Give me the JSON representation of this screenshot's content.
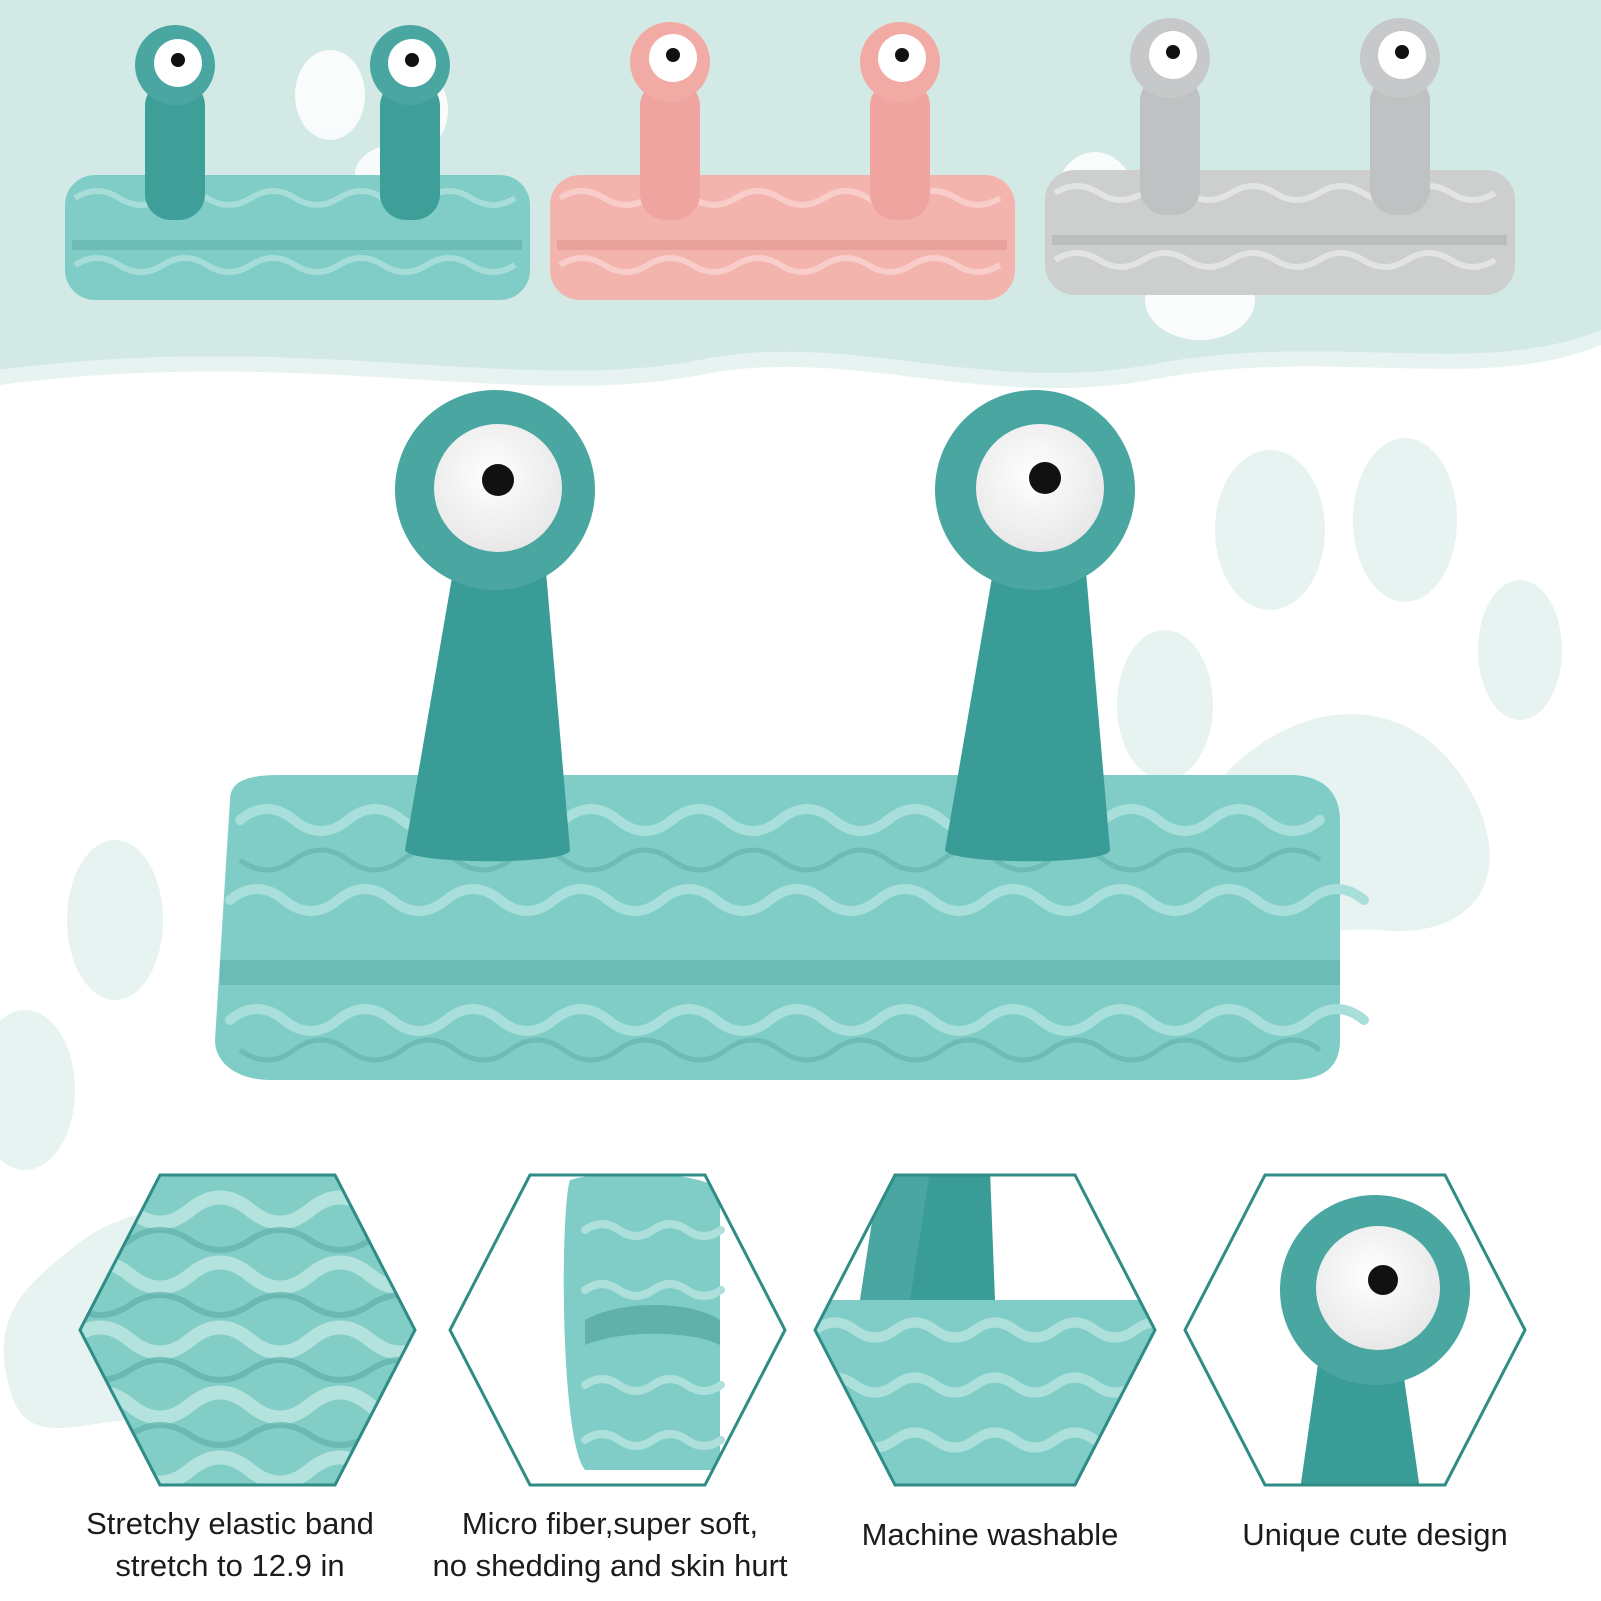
{
  "colors": {
    "teal": "#4aa6a0",
    "teal_dark": "#2f8c86",
    "pink": "#f2aaa5",
    "gray": "#c6c8c9",
    "fluffy_mint": "#7fcdc6",
    "background_wave": "#cfe6e2",
    "hex_outline": "#2f8c86",
    "eye_white": "#ffffff",
    "pupil": "#111111"
  },
  "color_variants": [
    {
      "name": "teal",
      "color": "#4aa6a0",
      "band": "#7fcdc6"
    },
    {
      "name": "pink",
      "color": "#f2aaa5",
      "band": "#f4b4ae"
    },
    {
      "name": "gray",
      "color": "#c6c8c9",
      "band": "#cdcfcf"
    }
  ],
  "features": [
    {
      "id": "elastic",
      "lines": [
        "Stretchy elastic band",
        "stretch to 12.9 in"
      ],
      "icon": "fluffy-texture-closeup"
    },
    {
      "id": "microfiber",
      "lines": [
        "Micro fiber,super soft,",
        "no shedding and skin hurt"
      ],
      "icon": "band-fold-closeup"
    },
    {
      "id": "washable",
      "lines": [
        "Machine washable"
      ],
      "icon": "stalk-base-closeup"
    },
    {
      "id": "design",
      "lines": [
        "Unique cute design"
      ],
      "icon": "eye-stalk-closeup"
    }
  ]
}
